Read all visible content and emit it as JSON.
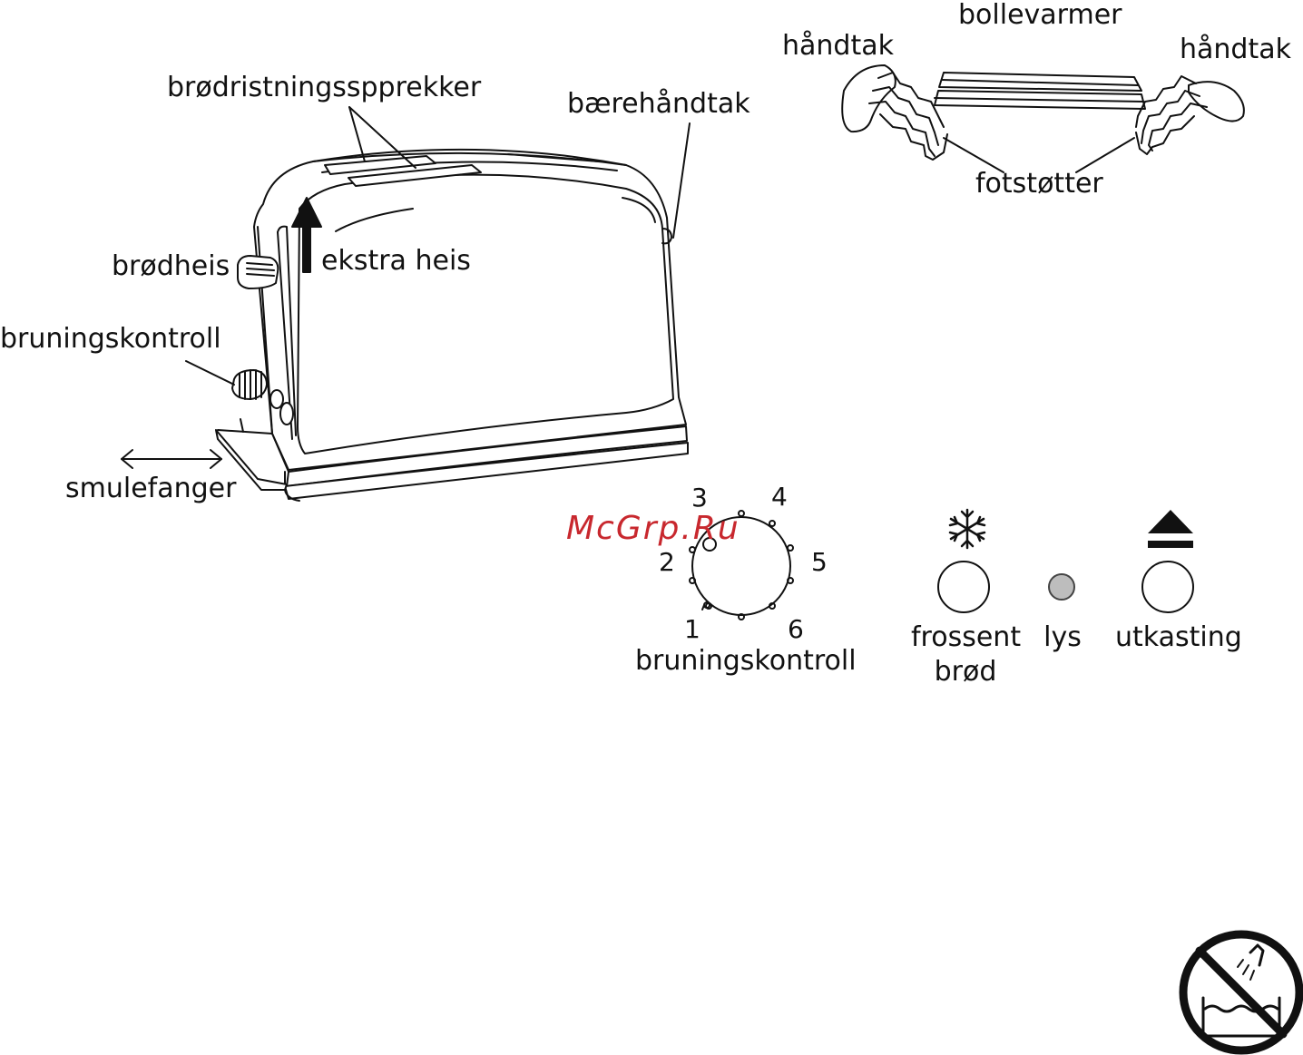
{
  "toaster_labels": {
    "slots": "brødristningsspprekker",
    "carry_handle": "bærehåndtak",
    "bread_lift": "brødheis",
    "extra_lift": "ekstra heis",
    "browning_control": "bruningskontroll",
    "crumb_tray": "smulefanger"
  },
  "warmer_labels": {
    "title": "bollevarmer",
    "handle_left": "håndtak",
    "handle_right": "håndtak",
    "feet": "fotstøtter"
  },
  "dial": {
    "numbers": [
      "1",
      "2",
      "3",
      "4",
      "5",
      "6"
    ],
    "label": "bruningskontroll"
  },
  "buttons": {
    "frozen_line1": "frossent",
    "frozen_line2": "brød",
    "light": "lys",
    "eject": "utkasting"
  },
  "watermark": "McGrp.Ru",
  "colors": {
    "line": "#111111",
    "light_indicator": "#bdbdbd",
    "watermark": "#c8282e"
  },
  "icons": [
    "snowflake-icon",
    "eject-icon",
    "no-water-immersion-icon"
  ]
}
